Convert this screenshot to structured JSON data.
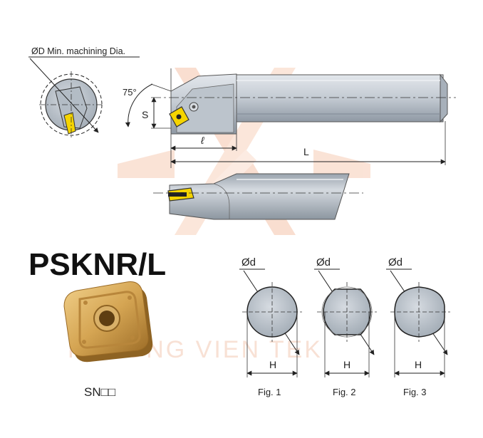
{
  "labels": {
    "min_machining_dia": "ØD Min. machining Dia.",
    "angle": "75°",
    "s": "S",
    "l_small": "ℓ",
    "l_big": "L",
    "model": "PSKNR/L",
    "insert_code": "SN□□",
    "od": "Ød",
    "h": "H",
    "fig1": "Fig. 1",
    "fig2": "Fig. 2",
    "fig3": "Fig. 3"
  },
  "watermark": {
    "text": "PHUONG VIEN TEK"
  },
  "colors": {
    "shank": "#c9d0d8",
    "shank_dark": "#8e98a3",
    "insert_gold": "#d8aa5a",
    "insert_dark": "#a7742a",
    "clamp_yellow": "#f5d400",
    "watermark": "#f4b596"
  }
}
